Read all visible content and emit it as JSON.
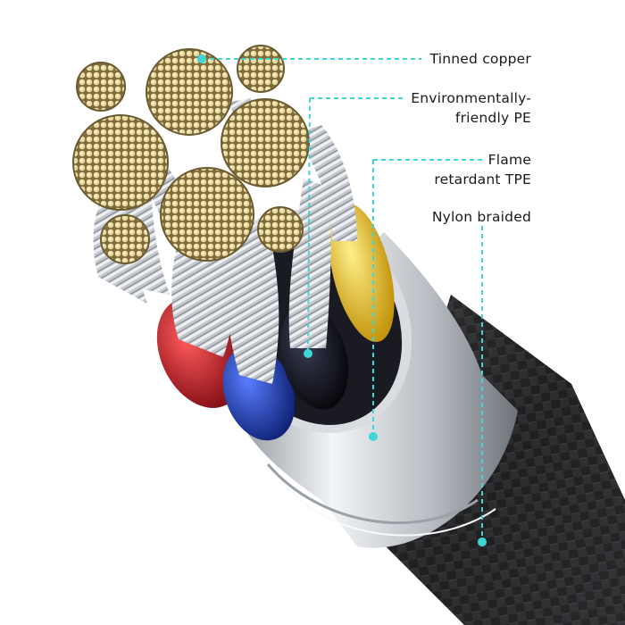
{
  "labels": {
    "tinned_copper": "Tinned copper",
    "pe_line1": "Environmentally-",
    "pe_line2": "friendly PE",
    "tpe_line1": "Flame",
    "tpe_line2": "retardant TPE",
    "nylon": "Nylon braided"
  },
  "colors": {
    "callout_line": "#3fd6d6",
    "copper": "#d9c88f",
    "wire_red": "#b0151f",
    "wire_blue": "#1a3fb0",
    "wire_yellow": "#e8c21a",
    "wire_black": "#101018",
    "sleeve": "#c9ced4",
    "braid": "#2a2a2c"
  }
}
